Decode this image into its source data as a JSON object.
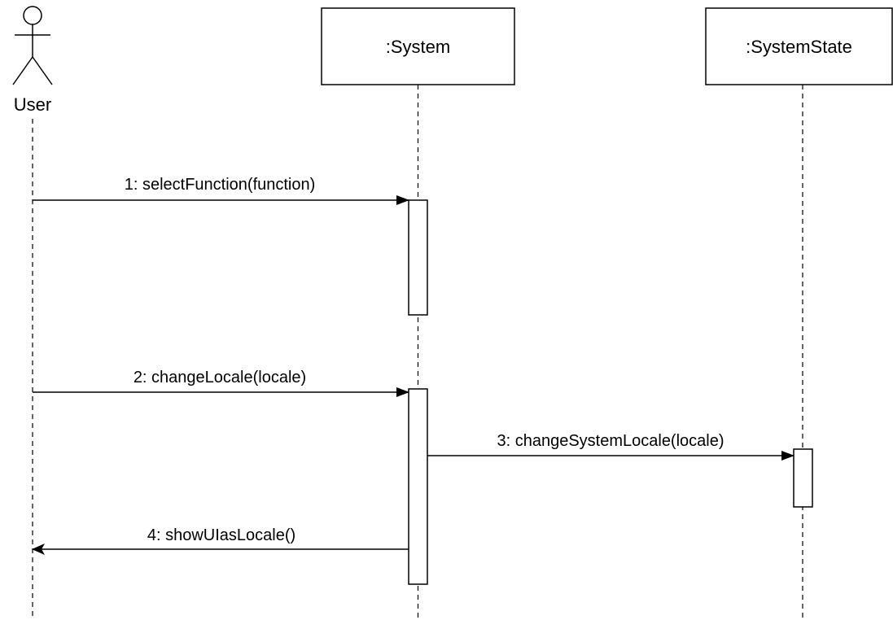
{
  "diagram": {
    "type": "uml-sequence",
    "participants": [
      {
        "id": "user",
        "kind": "actor",
        "label": "User"
      },
      {
        "id": "system",
        "kind": "object",
        "label": ":System"
      },
      {
        "id": "systemstate",
        "kind": "object",
        "label": ":SystemState"
      }
    ],
    "messages": [
      {
        "label": "1: selectFunction(function)",
        "from": "user",
        "to": "system",
        "arrow": "filled"
      },
      {
        "label": "2: changeLocale(locale)",
        "from": "user",
        "to": "system",
        "arrow": "filled"
      },
      {
        "label": "3: changeSystemLocale(locale)",
        "from": "system",
        "to": "systemstate",
        "arrow": "filled"
      },
      {
        "label": "4: showUIasLocale()",
        "from": "system",
        "to": "user",
        "arrow": "open"
      }
    ],
    "colors": {
      "line": "#000000",
      "fill": "#ffffff"
    }
  }
}
